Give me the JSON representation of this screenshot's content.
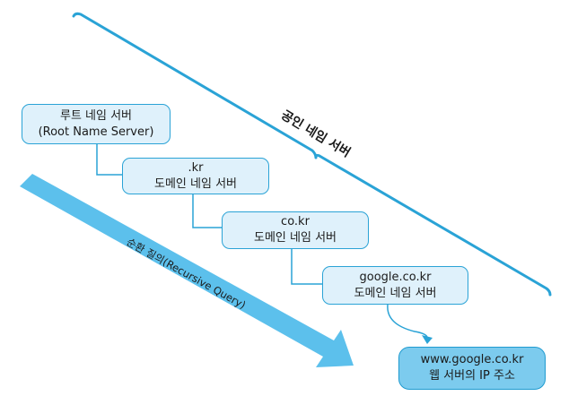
{
  "boxes": [
    {
      "id": "root",
      "line1": "루트 네임 서버",
      "line2": "(Root Name Server)"
    },
    {
      "id": "kr",
      "line1": ".kr",
      "line2": "도메인 네임 서버"
    },
    {
      "id": "cokr",
      "line1": "co.kr",
      "line2": "도메인 네임 서버"
    },
    {
      "id": "google",
      "line1": "google.co.kr",
      "line2": "도메인 네임 서버"
    },
    {
      "id": "result",
      "line1": "www.google.co.kr",
      "line2": "웹 서버의 IP 주소"
    }
  ],
  "labels": {
    "public_name_server": "공인 네임 서버",
    "recursive_query": "순환 질의(Recursive Query)"
  },
  "colors": {
    "accent": "#2aa3d6",
    "box_fill": "#dff1fb",
    "result_fill": "#7ccbee",
    "arrow_fill": "#5cc0ec"
  }
}
